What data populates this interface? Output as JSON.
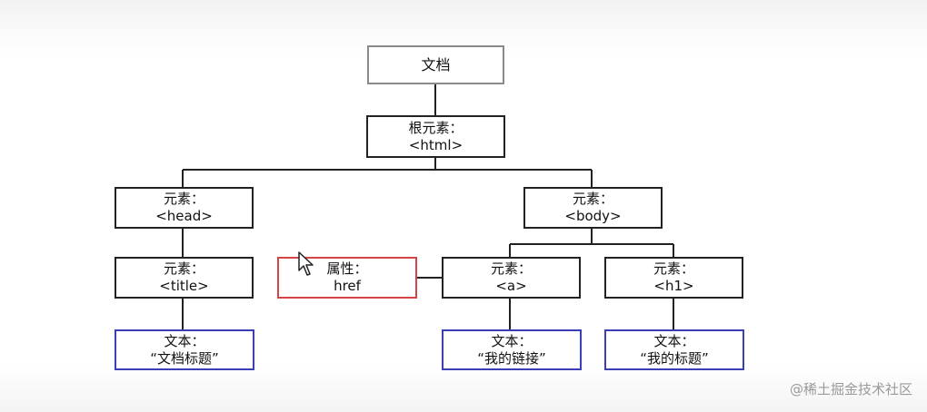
{
  "nodes": {
    "document": {
      "label": "文档"
    },
    "html": {
      "line1": "根元素：",
      "line2": "<html>"
    },
    "head": {
      "line1": "元素：",
      "line2": "<head>"
    },
    "body": {
      "line1": "元素：",
      "line2": "<body>"
    },
    "title": {
      "line1": "元素：",
      "line2": "<title>"
    },
    "href_attr": {
      "line1": "属性：",
      "line2": "href"
    },
    "a": {
      "line1": "元素：",
      "line2": "<a>"
    },
    "h1": {
      "line1": "元素：",
      "line2": "<h1>"
    },
    "text_title": {
      "line1": "文本：",
      "line2": "“文档标题”"
    },
    "text_link": {
      "line1": "文本：",
      "line2": "“我的链接”"
    },
    "text_h1": {
      "line1": "文本：",
      "line2": "“我的标题”"
    }
  },
  "colors": {
    "document_border": "#8a8a8a",
    "element_border": "#222222",
    "attribute_border": "#d64545",
    "text_border": "#3b3fb6"
  },
  "watermark": "@稀土掘金技术社区",
  "icons": {
    "cursor": "mouse-pointer-icon"
  }
}
